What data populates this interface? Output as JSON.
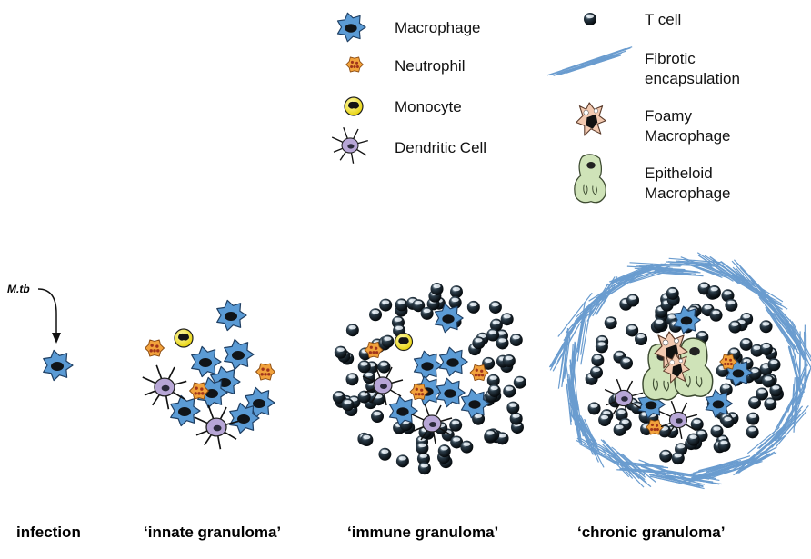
{
  "legend": {
    "macrophage": "Macrophage",
    "neutrophil": "Neutrophil",
    "monocyte": "Monocyte",
    "dendritic": "Dendritic Cell",
    "tcell": "T cell",
    "fibrotic_1": "Fibrotic",
    "fibrotic_2": "encapsulation",
    "foamy_1": "Foamy",
    "foamy_2": "Macrophage",
    "epith_1": "Epitheloid",
    "epith_2": "Macrophage"
  },
  "annotation": {
    "mtb": "M.tb"
  },
  "stages": {
    "infection": "infection",
    "innate": "‘innate granuloma’",
    "immune": "‘immune granuloma’",
    "chronic": "‘chronic granuloma’"
  },
  "colors": {
    "macrophage": "#5b9bd5",
    "neutrophil": "#f2a23c",
    "monocyte": "#f5e634",
    "dendritic": "#b7a6d6",
    "tcell": "#0d1a24",
    "fibrosis": "#6a9ccf",
    "foamy": "#f2c9b0",
    "epitheloid": "#cfe3b8"
  },
  "icons": [
    "macrophage-icon",
    "neutrophil-icon",
    "monocyte-icon",
    "dendritic-cell-icon",
    "t-cell-icon",
    "fibrosis-icon",
    "foamy-macrophage-icon",
    "epitheloid-macrophage-icon"
  ]
}
